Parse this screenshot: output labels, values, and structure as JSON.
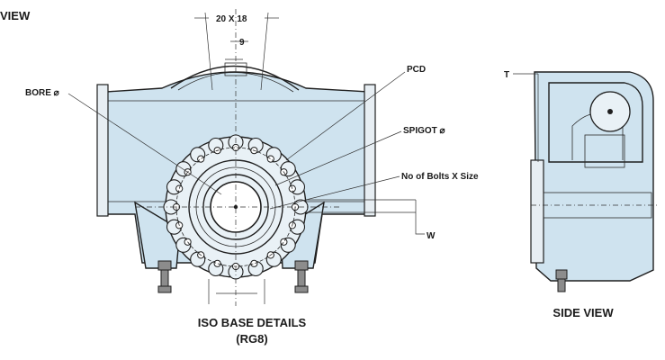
{
  "labels": {
    "top_view_partial": "VIEW",
    "iso_title_line1": "ISO BASE DETAILS",
    "iso_title_line2": "(RG8)",
    "side_view": "SIDE VIEW",
    "bore": "BORE ⌀",
    "pcd": "PCD",
    "spigot": "SPIGOT ⌀",
    "bolts": "No of Bolts X Size",
    "dim_spline": "20 X 18",
    "dim_half": "9",
    "w": "W",
    "t": "T"
  },
  "colors": {
    "body_fill": "#cfe3ef",
    "line": "#1f1f1f",
    "hardware": "#8c8c8c"
  }
}
